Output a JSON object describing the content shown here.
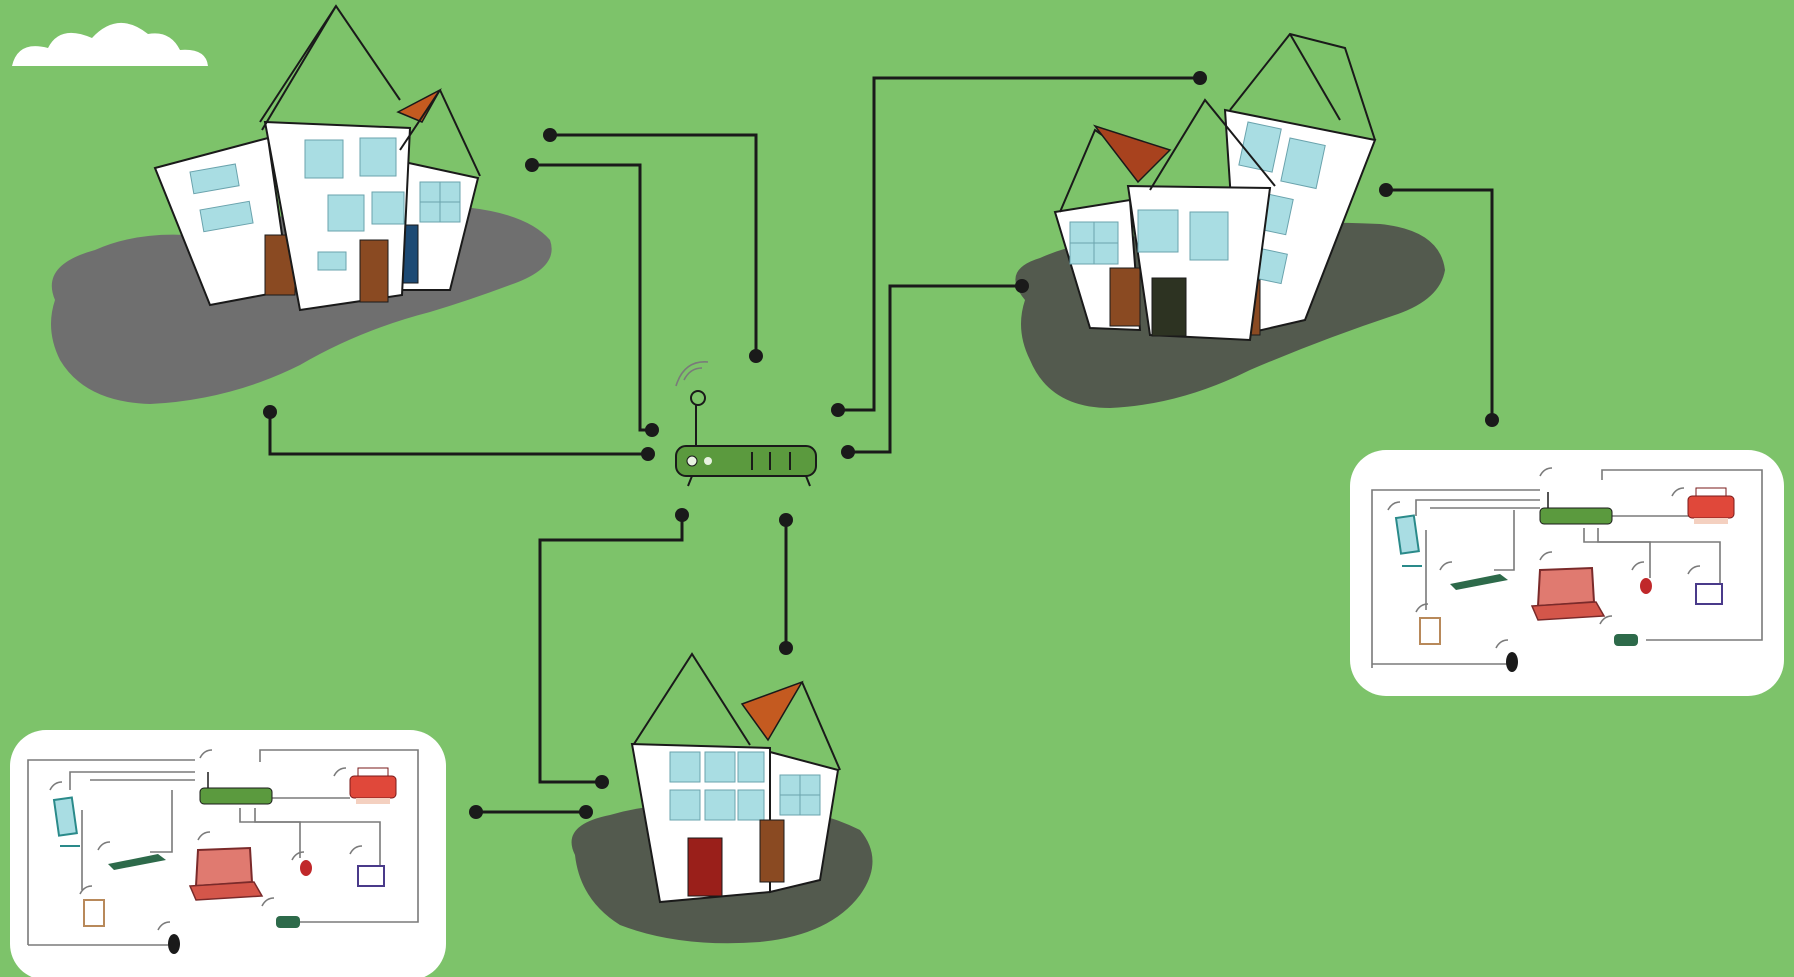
{
  "scene": {
    "background": "#7dc36a",
    "ground_light": "#6f6f6f",
    "ground_dark": "#535a4e",
    "router_color": "#5b9a3e",
    "door_colors": [
      "#8a4a22",
      "#1d4a74",
      "#2d3322",
      "#9a1f1a"
    ],
    "elements": [
      "cloud",
      "building-cluster-west",
      "building-cluster-east",
      "building-cluster-south",
      "central-router",
      "lan-panel-left",
      "lan-panel-right"
    ]
  },
  "lan_devices": [
    "router-icon",
    "monitor-icon",
    "keyboard-icon",
    "laptop-icon",
    "printer-icon",
    "phone-icon",
    "scanner-icon",
    "webcam-icon",
    "mouse-icon",
    "tablet-icon"
  ]
}
